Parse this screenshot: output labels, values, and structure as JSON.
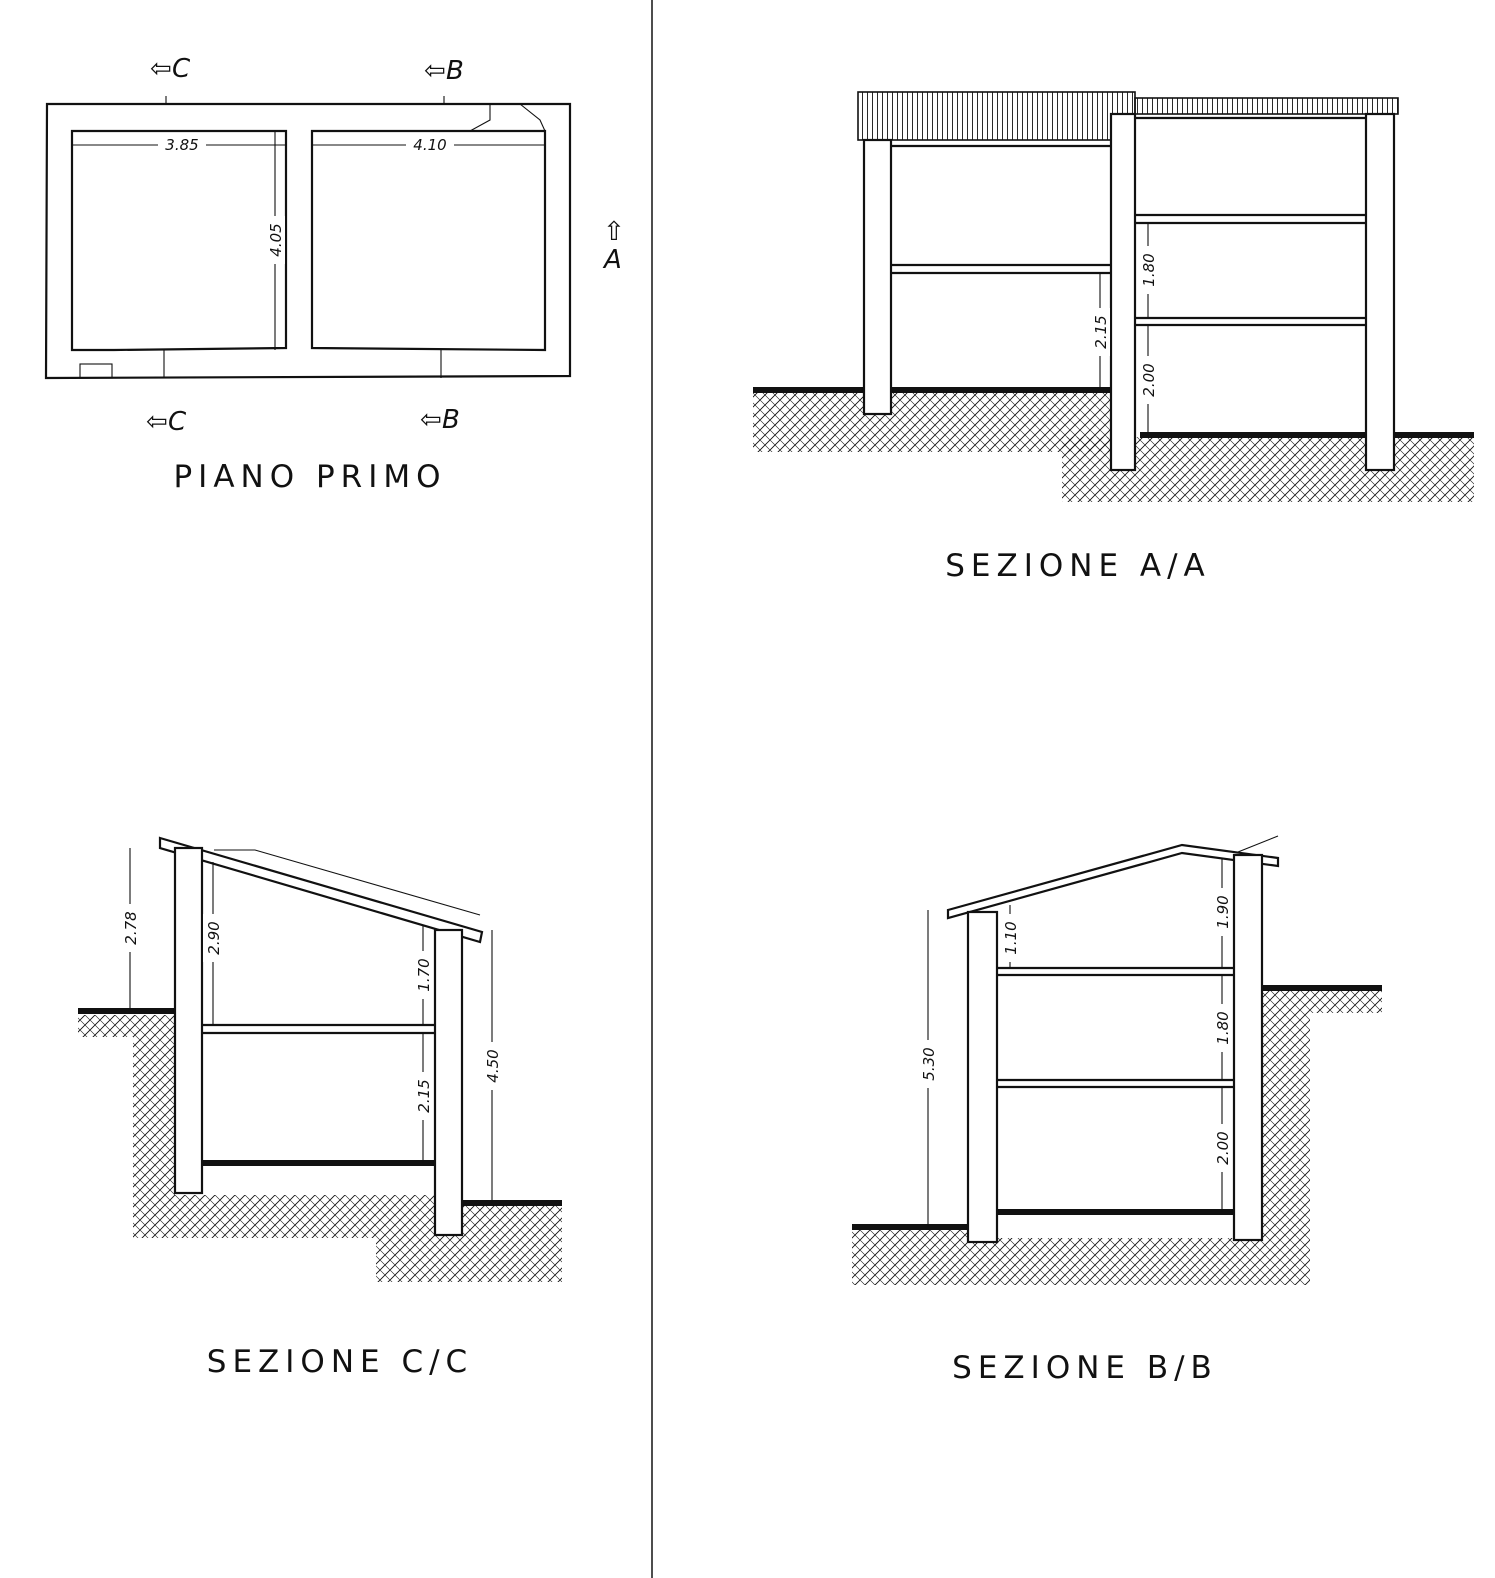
{
  "colors": {
    "ink": "#111111",
    "paper": "#ffffff"
  },
  "plan": {
    "title": "PIANO PRIMO",
    "dims": {
      "left_width": "3.85",
      "right_width": "4.10",
      "depth": "4.05"
    },
    "markers": {
      "c": "C",
      "b": "B",
      "a": "A"
    }
  },
  "section_aa": {
    "title": "SEZIONE A/A",
    "dims": {
      "left_ground": "2.15",
      "right_upper": "1.80",
      "right_ground": "2.00"
    }
  },
  "section_cc": {
    "title": "SEZIONE C/C",
    "dims": {
      "eave": "2.78",
      "left_upper": "2.90",
      "right_upper": "1.70",
      "ground": "2.15",
      "total": "4.50"
    }
  },
  "section_bb": {
    "title": "SEZIONE B/B",
    "dims": {
      "total": "5.30",
      "left_attic": "1.10",
      "right_attic": "1.90",
      "middle": "1.80",
      "ground": "2.00"
    }
  }
}
